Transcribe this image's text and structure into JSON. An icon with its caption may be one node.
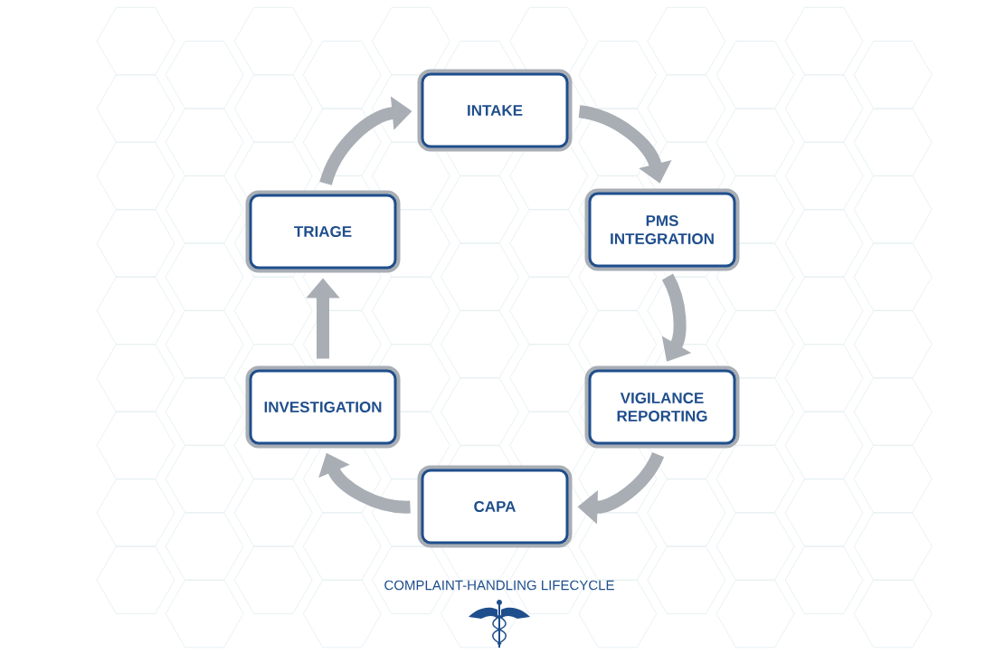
{
  "diagram": {
    "title": "COMPLAINT-HANDLING LIFECYCLE",
    "nodes": [
      {
        "text": [
          "INTAKE"
        ]
      },
      {
        "text": [
          "PMS INTEGRATION"
        ]
      },
      {
        "text": [
          "VIGILANCE REPORTING"
        ]
      },
      {
        "text": [
          "CAPA"
        ]
      },
      {
        "text": [
          "INVESTIGATION"
        ]
      },
      {
        "text": [
          "TRIAGE"
        ]
      }
    ],
    "edges": [
      {
        "from": 0,
        "to": 1,
        "arrow": "to"
      },
      {
        "from": 1,
        "to": 2,
        "arrow": "to"
      },
      {
        "from": 2,
        "to": 3,
        "arrow": "to"
      },
      {
        "from": 3,
        "to": 4,
        "arrow": "to"
      },
      {
        "from": 4,
        "to": 5,
        "arrow": "to"
      },
      {
        "from": 5,
        "to": 0,
        "arrow": "to"
      }
    ]
  }
}
